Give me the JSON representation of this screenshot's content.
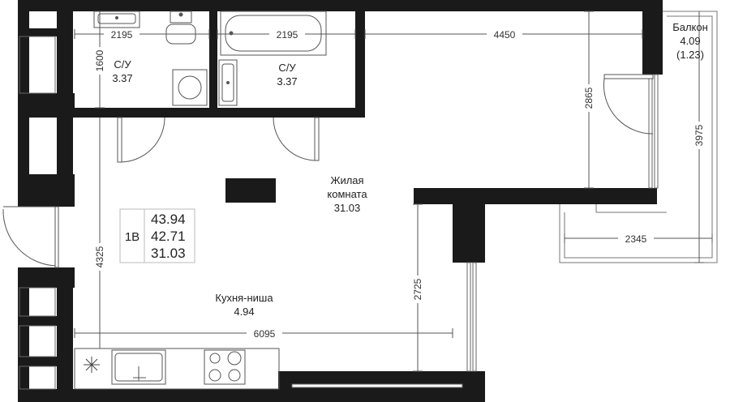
{
  "unit": {
    "type": "1В",
    "total_area": "43.94",
    "area_no_balcony": "42.71",
    "living_area": "31.03"
  },
  "rooms": {
    "bathroom_1": {
      "name": "С/У",
      "area": "3.37"
    },
    "bathroom_2": {
      "name": "С/У",
      "area": "3.37"
    },
    "living_room": {
      "name_line1": "Жилая",
      "name_line2": "комната",
      "area": "31.03"
    },
    "kitchen": {
      "name": "Кухня-ниша",
      "area": "4.94"
    },
    "balcony": {
      "name": "Балкон",
      "area": "4.09",
      "area_reduced": "(1.23)"
    }
  },
  "dimensions": {
    "bath1_width": "2195",
    "bath2_width": "2195",
    "room_top_width": "4450",
    "bath_height": "1600",
    "room_right_height": "2865",
    "balcony_height": "3975",
    "balcony_width": "2345",
    "room_left_height": "4325",
    "kitchen_right_height": "2725",
    "room_bottom_width": "6095"
  }
}
